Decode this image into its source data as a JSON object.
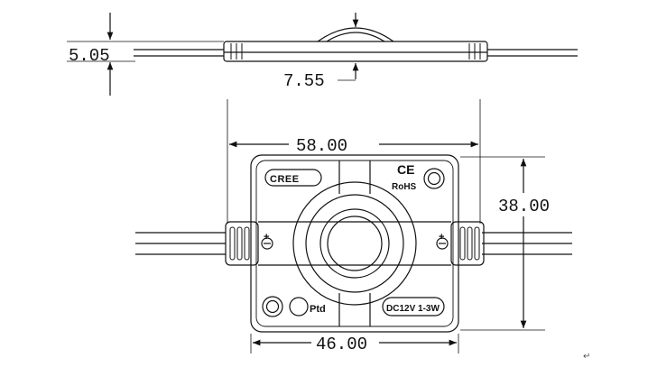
{
  "drawing": {
    "dimensions": {
      "side_thickness": "5.05",
      "side_lens_height": "7.55",
      "top_width_overall": "58.00",
      "top_height_overall": "38.00",
      "body_width": "46.00"
    },
    "markings": {
      "brand": "CREE",
      "ce": "CE",
      "rohs": "RoHS",
      "rating": "DC12V 1-3W",
      "ptd": "Ptd",
      "plus_left": "+",
      "plus_right": "+",
      "minus": "−"
    },
    "corner_mark": "↵"
  }
}
